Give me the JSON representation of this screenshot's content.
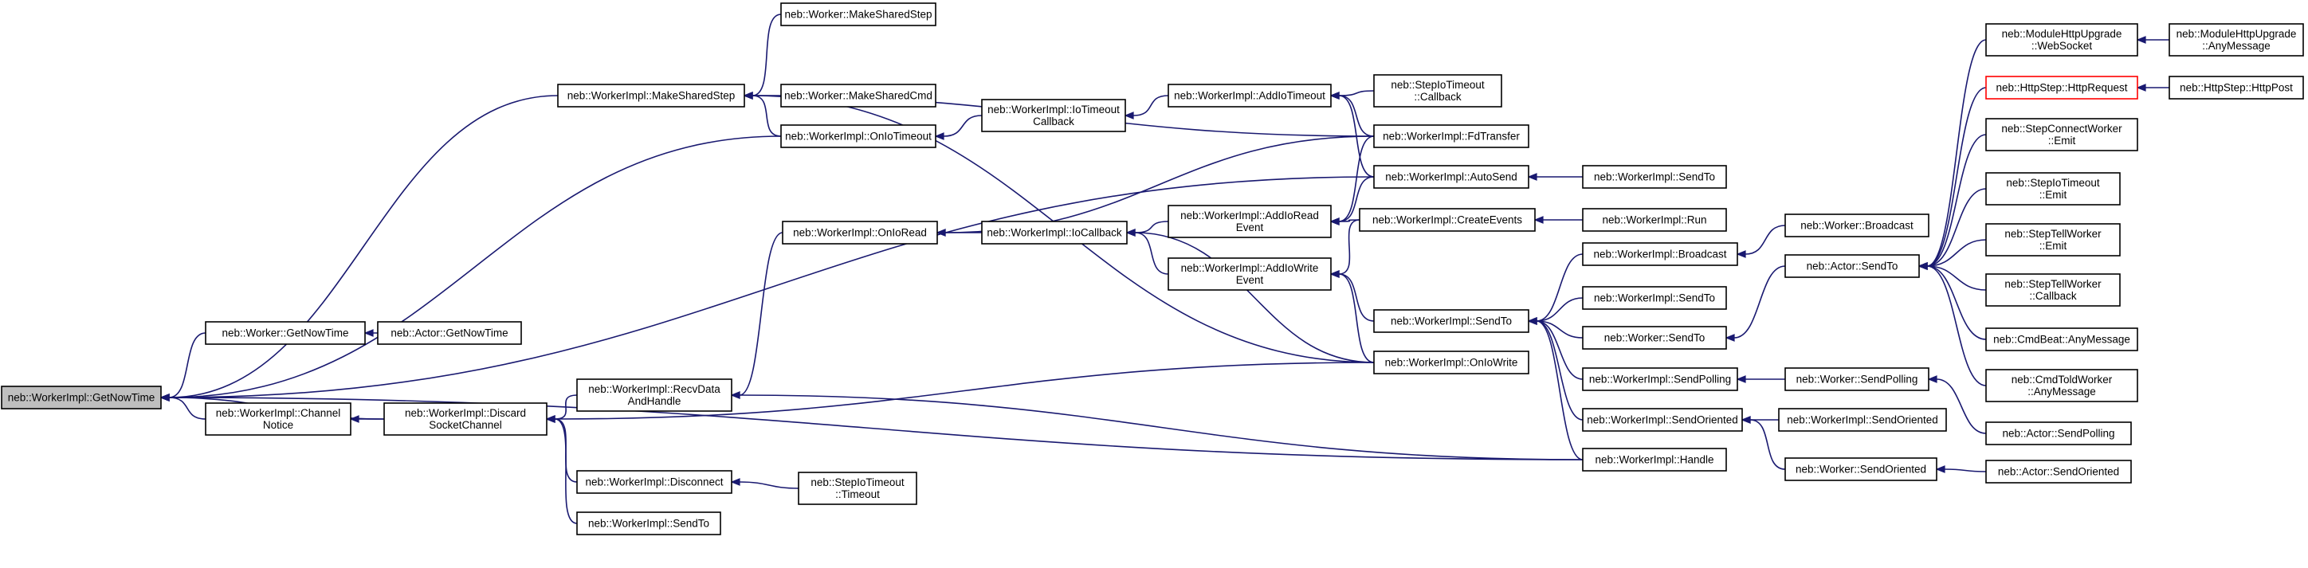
{
  "graph": {
    "nodes": [
      {
        "id": "root",
        "lines": [
          "neb::WorkerImpl::GetNowTime"
        ],
        "style": "root"
      },
      {
        "id": "w_getnowtime",
        "lines": [
          "neb::Worker::GetNowTime"
        ]
      },
      {
        "id": "a_getnowtime",
        "lines": [
          "neb::Actor::GetNowTime"
        ]
      },
      {
        "id": "channel_notice",
        "lines": [
          "neb::WorkerImpl::Channel",
          "Notice"
        ]
      },
      {
        "id": "discard",
        "lines": [
          "neb::WorkerImpl::Discard",
          "SocketChannel"
        ]
      },
      {
        "id": "make_shared_step",
        "lines": [
          "neb::WorkerImpl::MakeSharedStep"
        ]
      },
      {
        "id": "w_make_shared_step",
        "lines": [
          "neb::Worker::MakeSharedStep"
        ]
      },
      {
        "id": "w_make_shared_cmd",
        "lines": [
          "neb::Worker::MakeSharedCmd"
        ]
      },
      {
        "id": "on_io_timeout",
        "lines": [
          "neb::WorkerImpl::OnIoTimeout"
        ]
      },
      {
        "id": "io_timeout_cb",
        "lines": [
          "neb::WorkerImpl::IoTimeout",
          "Callback"
        ]
      },
      {
        "id": "add_io_timeout",
        "lines": [
          "neb::WorkerImpl::AddIoTimeout"
        ]
      },
      {
        "id": "step_io_timeout_cb",
        "lines": [
          "neb::StepIoTimeout",
          "::Callback"
        ]
      },
      {
        "id": "fd_transfer",
        "lines": [
          "neb::WorkerImpl::FdTransfer"
        ]
      },
      {
        "id": "auto_send",
        "lines": [
          "neb::WorkerImpl::AutoSend"
        ]
      },
      {
        "id": "sendto_auto",
        "lines": [
          "neb::WorkerImpl::SendTo"
        ]
      },
      {
        "id": "add_io_read",
        "lines": [
          "neb::WorkerImpl::AddIoRead",
          "Event"
        ]
      },
      {
        "id": "create_events",
        "lines": [
          "neb::WorkerImpl::CreateEvents"
        ]
      },
      {
        "id": "run",
        "lines": [
          "neb::WorkerImpl::Run"
        ]
      },
      {
        "id": "on_io_read",
        "lines": [
          "neb::WorkerImpl::OnIoRead"
        ]
      },
      {
        "id": "io_callback",
        "lines": [
          "neb::WorkerImpl::IoCallback"
        ]
      },
      {
        "id": "add_io_write",
        "lines": [
          "neb::WorkerImpl::AddIoWrite",
          "Event"
        ]
      },
      {
        "id": "on_io_write",
        "lines": [
          "neb::WorkerImpl::OnIoWrite"
        ]
      },
      {
        "id": "recv_data",
        "lines": [
          "neb::WorkerImpl::RecvData",
          "AndHandle"
        ]
      },
      {
        "id": "disconnect",
        "lines": [
          "neb::WorkerImpl::Disconnect"
        ]
      },
      {
        "id": "step_io_timeout_timeout",
        "lines": [
          "neb::StepIoTimeout",
          "::Timeout"
        ]
      },
      {
        "id": "sendto_discard",
        "lines": [
          "neb::WorkerImpl::SendTo"
        ]
      },
      {
        "id": "sendto_main",
        "lines": [
          "neb::WorkerImpl::SendTo"
        ]
      },
      {
        "id": "broadcast_impl",
        "lines": [
          "neb::WorkerImpl::Broadcast"
        ]
      },
      {
        "id": "w_broadcast",
        "lines": [
          "neb::Worker::Broadcast"
        ]
      },
      {
        "id": "sendto_second",
        "lines": [
          "neb::WorkerImpl::SendTo"
        ]
      },
      {
        "id": "w_sendto",
        "lines": [
          "neb::Worker::SendTo"
        ]
      },
      {
        "id": "actor_sendto",
        "lines": [
          "neb::Actor::SendTo"
        ]
      },
      {
        "id": "send_polling",
        "lines": [
          "neb::WorkerImpl::SendPolling"
        ]
      },
      {
        "id": "w_send_polling",
        "lines": [
          "neb::Worker::SendPolling"
        ]
      },
      {
        "id": "a_send_polling",
        "lines": [
          "neb::Actor::SendPolling"
        ]
      },
      {
        "id": "send_oriented",
        "lines": [
          "neb::WorkerImpl::SendOriented"
        ]
      },
      {
        "id": "send_oriented_2",
        "lines": [
          "neb::WorkerImpl::SendOriented"
        ]
      },
      {
        "id": "w_send_oriented",
        "lines": [
          "neb::Worker::SendOriented"
        ]
      },
      {
        "id": "a_send_oriented",
        "lines": [
          "neb::Actor::SendOriented"
        ]
      },
      {
        "id": "handle",
        "lines": [
          "neb::WorkerImpl::Handle"
        ]
      },
      {
        "id": "module_http_ws",
        "lines": [
          "neb::ModuleHttpUpgrade",
          "::WebSocket"
        ]
      },
      {
        "id": "module_http_any",
        "lines": [
          "neb::ModuleHttpUpgrade",
          "::AnyMessage"
        ]
      },
      {
        "id": "http_step_request",
        "lines": [
          "neb::HttpStep::HttpRequest"
        ],
        "style": "red"
      },
      {
        "id": "http_step_post",
        "lines": [
          "neb::HttpStep::HttpPost"
        ]
      },
      {
        "id": "step_connect_emit",
        "lines": [
          "neb::StepConnectWorker",
          "::Emit"
        ]
      },
      {
        "id": "step_io_timeout_emit",
        "lines": [
          "neb::StepIoTimeout",
          "::Emit"
        ]
      },
      {
        "id": "step_tell_emit",
        "lines": [
          "neb::StepTellWorker",
          "::Emit"
        ]
      },
      {
        "id": "step_tell_cb",
        "lines": [
          "neb::StepTellWorker",
          "::Callback"
        ]
      },
      {
        "id": "cmd_beat_any",
        "lines": [
          "neb::CmdBeat::AnyMessage"
        ]
      },
      {
        "id": "cmd_told_any",
        "lines": [
          "neb::CmdToldWorker",
          "::AnyMessage"
        ]
      }
    ],
    "edges": [
      [
        "w_getnowtime",
        "root"
      ],
      [
        "channel_notice",
        "root"
      ],
      [
        "make_shared_step",
        "root"
      ],
      [
        "on_io_timeout",
        "root"
      ],
      [
        "auto_send",
        "root"
      ],
      [
        "handle",
        "root"
      ],
      [
        "discard",
        "root"
      ],
      [
        "a_getnowtime",
        "w_getnowtime"
      ],
      [
        "discard",
        "channel_notice"
      ],
      [
        "recv_data",
        "discard"
      ],
      [
        "disconnect",
        "discard"
      ],
      [
        "sendto_discard",
        "discard"
      ],
      [
        "on_io_write",
        "discard"
      ],
      [
        "w_make_shared_step",
        "make_shared_step"
      ],
      [
        "w_make_shared_cmd",
        "make_shared_step"
      ],
      [
        "on_io_timeout",
        "make_shared_step"
      ],
      [
        "fd_transfer",
        "make_shared_step"
      ],
      [
        "on_io_write",
        "make_shared_step"
      ],
      [
        "io_timeout_cb",
        "on_io_timeout"
      ],
      [
        "add_io_timeout",
        "io_timeout_cb"
      ],
      [
        "step_io_timeout_cb",
        "add_io_timeout"
      ],
      [
        "fd_transfer",
        "add_io_timeout"
      ],
      [
        "auto_send",
        "add_io_timeout"
      ],
      [
        "fd_transfer",
        "add_io_read"
      ],
      [
        "auto_send",
        "add_io_read"
      ],
      [
        "create_events",
        "add_io_read"
      ],
      [
        "run",
        "create_events"
      ],
      [
        "sendto_auto",
        "auto_send"
      ],
      [
        "add_io_read",
        "io_callback"
      ],
      [
        "add_io_write",
        "io_callback"
      ],
      [
        "io_callback",
        "on_io_read"
      ],
      [
        "fd_transfer",
        "on_io_read"
      ],
      [
        "on_io_read",
        "recv_data"
      ],
      [
        "on_io_write",
        "io_callback"
      ],
      [
        "on_io_write",
        "add_io_write"
      ],
      [
        "sendto_main",
        "add_io_write"
      ],
      [
        "create_events",
        "add_io_write"
      ],
      [
        "handle",
        "recv_data"
      ],
      [
        "step_io_timeout_timeout",
        "disconnect"
      ],
      [
        "broadcast_impl",
        "sendto_main"
      ],
      [
        "sendto_second",
        "sendto_main"
      ],
      [
        "w_sendto",
        "sendto_main"
      ],
      [
        "send_polling",
        "sendto_main"
      ],
      [
        "send_oriented",
        "sendto_main"
      ],
      [
        "handle",
        "sendto_main"
      ],
      [
        "w_broadcast",
        "broadcast_impl"
      ],
      [
        "actor_sendto",
        "w_sendto"
      ],
      [
        "w_send_polling",
        "send_polling"
      ],
      [
        "a_send_polling",
        "w_send_polling"
      ],
      [
        "send_oriented_2",
        "send_oriented"
      ],
      [
        "w_send_oriented",
        "send_oriented"
      ],
      [
        "a_send_oriented",
        "w_send_oriented"
      ],
      [
        "module_http_ws",
        "actor_sendto"
      ],
      [
        "module_http_any",
        "module_http_ws"
      ],
      [
        "http_step_request",
        "actor_sendto"
      ],
      [
        "http_step_post",
        "http_step_request"
      ],
      [
        "step_connect_emit",
        "actor_sendto"
      ],
      [
        "step_io_timeout_emit",
        "actor_sendto"
      ],
      [
        "step_tell_emit",
        "actor_sendto"
      ],
      [
        "step_tell_cb",
        "actor_sendto"
      ],
      [
        "cmd_beat_any",
        "actor_sendto"
      ],
      [
        "cmd_told_any",
        "actor_sendto"
      ]
    ]
  }
}
